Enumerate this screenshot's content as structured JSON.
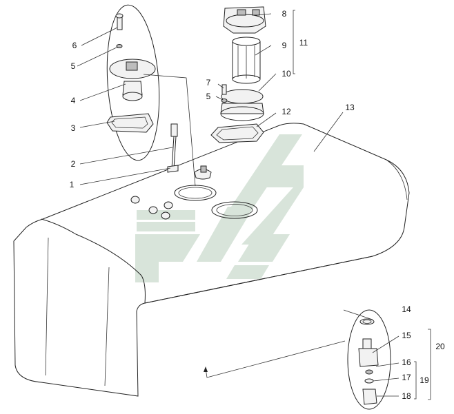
{
  "labels": {
    "p1": "1",
    "p2": "2",
    "p3": "3",
    "p4": "4",
    "p5a": "5",
    "p5b": "5",
    "p6": "6",
    "p7": "7",
    "p8": "8",
    "p9": "9",
    "p10": "10",
    "p11": "11",
    "p12": "12",
    "p13": "13",
    "p14": "14",
    "p15": "15",
    "p16": "16",
    "p17": "17",
    "p18": "18",
    "p19": "19",
    "p20": "20"
  },
  "colors": {
    "line": "#222222",
    "watermark": "#d8e4da",
    "background": "#ffffff"
  }
}
